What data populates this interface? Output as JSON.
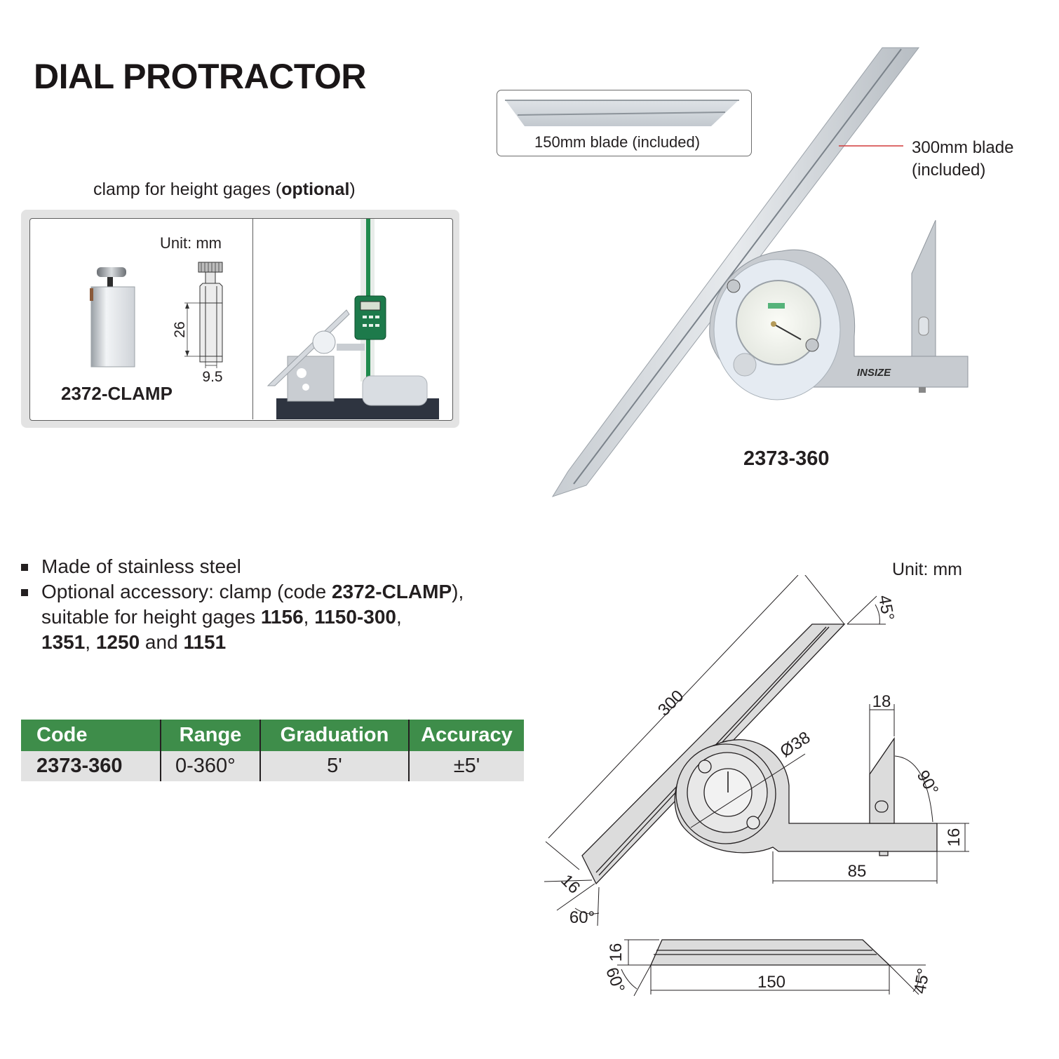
{
  "page": {
    "title": "DIAL PROTRACTOR"
  },
  "clamp_section": {
    "caption_prefix": "clamp for height gages (",
    "caption_bold": "optional",
    "caption_suffix": ")",
    "unit": "Unit: mm",
    "code": "2372-CLAMP",
    "dimensions": {
      "height": "26",
      "width": "9.5"
    },
    "photo_alt": "clamp mounted on digital height gage with dial protractor"
  },
  "product": {
    "blade_150_label": "150mm blade (included)",
    "blade_300_label_line1": "300mm blade",
    "blade_300_label_line2": "(included)",
    "brand": "INSIZE",
    "code": "2373-360"
  },
  "features": [
    {
      "segments": [
        {
          "text": "Made of stainless steel",
          "bold": false
        }
      ]
    },
    {
      "segments": [
        {
          "text": "Optional accessory: clamp (code ",
          "bold": false
        },
        {
          "text": "2372-CLAMP",
          "bold": true
        },
        {
          "text": "),",
          "bold": false
        },
        {
          "text": "\n",
          "bold": false
        },
        {
          "text": "suitable for height gages ",
          "bold": false
        },
        {
          "text": "1156",
          "bold": true
        },
        {
          "text": ", ",
          "bold": false
        },
        {
          "text": "1150-300",
          "bold": true
        },
        {
          "text": ",",
          "bold": false
        },
        {
          "text": "\n",
          "bold": false
        },
        {
          "text": "1351",
          "bold": true
        },
        {
          "text": ", ",
          "bold": false
        },
        {
          "text": "1250",
          "bold": true
        },
        {
          "text": " and ",
          "bold": false
        },
        {
          "text": "1151",
          "bold": true
        }
      ]
    }
  ],
  "spec_table": {
    "header_color": "#3e8d4a",
    "row_color": "#e2e2e2",
    "columns": [
      "Code",
      "Range",
      "Graduation",
      "Accuracy"
    ],
    "rows": [
      [
        "2373-360",
        "0-360°",
        "5'",
        "±5'"
      ]
    ]
  },
  "drawing": {
    "unit": "Unit: mm",
    "main": {
      "blade_length": "300",
      "blade_tip_angle": "45°",
      "dial_diameter": "Ø38",
      "blade_width": "16",
      "blade_end_angle": "60°",
      "square_blade_width": "18",
      "square_angle": "90°",
      "base_height": "16",
      "base_length": "85"
    },
    "short_blade": {
      "length": "150",
      "width": "16",
      "left_angle": "60°",
      "right_angle": "45°"
    }
  }
}
